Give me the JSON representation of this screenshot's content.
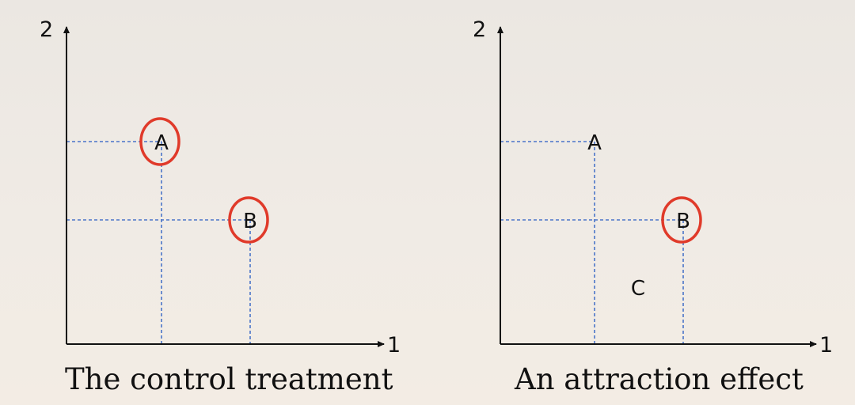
{
  "panels": [
    {
      "caption": "The control treatment",
      "y_axis_label": "2",
      "x_axis_label": "1",
      "points": [
        {
          "label": "A",
          "circled": true,
          "guides": true
        },
        {
          "label": "B",
          "circled": true,
          "guides": true
        }
      ]
    },
    {
      "caption": "An attraction effect",
      "y_axis_label": "2",
      "x_axis_label": "1",
      "points": [
        {
          "label": "A",
          "circled": false,
          "guides": true
        },
        {
          "label": "B",
          "circled": true,
          "guides": true
        },
        {
          "label": "C",
          "circled": false,
          "guides": false
        }
      ]
    }
  ],
  "colors": {
    "axis": "#111111",
    "guide": "#4a74c9",
    "highlight": "#e03a2a"
  }
}
